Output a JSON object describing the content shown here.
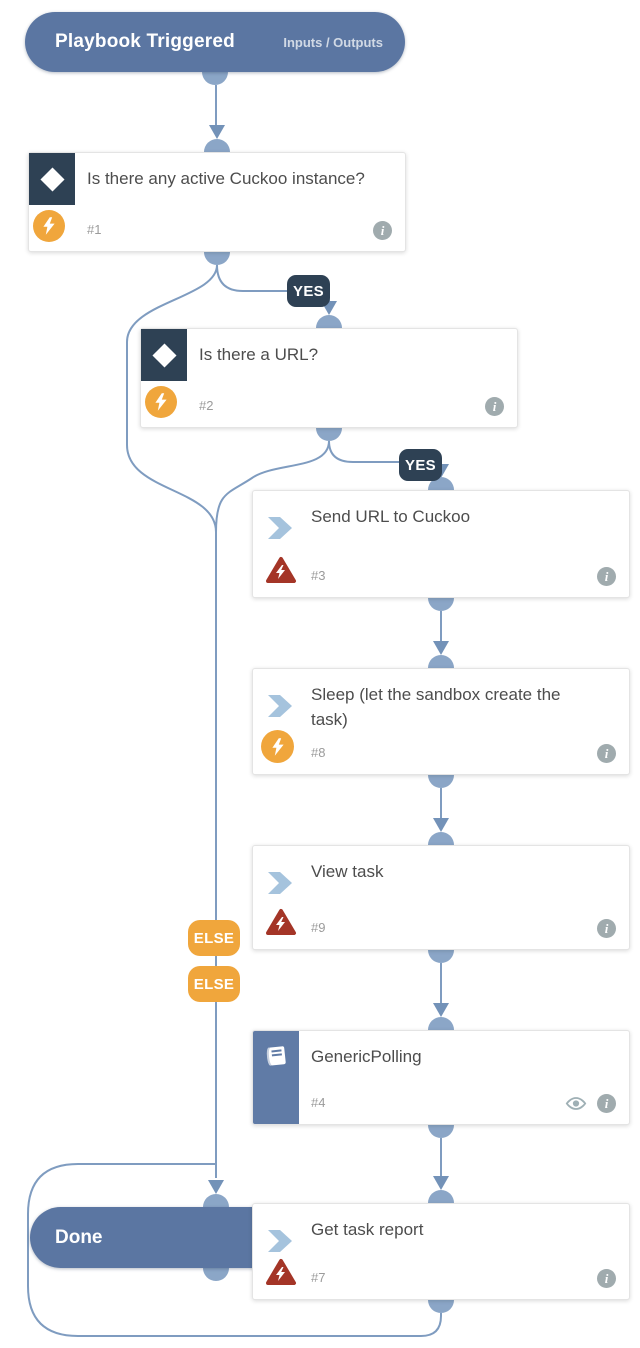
{
  "header": {
    "title": "Playbook Triggered",
    "io_label": "Inputs / Outputs"
  },
  "labels": {
    "yes": "YES",
    "else": "ELSE",
    "info": "i"
  },
  "done": {
    "label": "Done"
  },
  "nodes": {
    "n1": {
      "title": "Is there any active Cuckoo instance?",
      "number": "#1",
      "type": "condition"
    },
    "n2": {
      "title": "Is there a URL?",
      "number": "#2",
      "type": "condition"
    },
    "n3": {
      "title": "Send URL to Cuckoo",
      "number": "#3",
      "type": "automation-task"
    },
    "n8": {
      "title": "Sleep (let the sandbox create the task)",
      "number": "#8",
      "type": "utility-task"
    },
    "n9": {
      "title": "View task",
      "number": "#9",
      "type": "automation-task"
    },
    "n4": {
      "title": "GenericPolling",
      "number": "#4",
      "type": "sub-playbook"
    },
    "n7": {
      "title": "Get task report",
      "number": "#7",
      "type": "automation-task"
    }
  },
  "icons": {
    "condition": "diamond-icon",
    "quick-action": "lightning-circle-icon",
    "automation": "warning-triangle-lightning-icon",
    "task": "chevron-right-icon",
    "sub_playbook": "book-icon",
    "details": "info-icon",
    "preview": "eye-icon"
  },
  "colors": {
    "pill_blue": "#5b76a2",
    "dark_navy": "#2e4154",
    "orange": "#f0a63c",
    "red": "#a43527",
    "chevron_blue": "#a5c3dd",
    "wire": "#7f9cc0",
    "port": "#8ba6c7"
  }
}
